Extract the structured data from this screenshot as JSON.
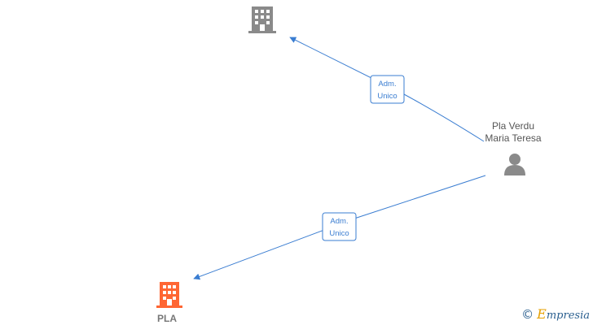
{
  "colors": {
    "edge": "#3a7dd1",
    "company_gray": "#8a8a8a",
    "company_highlight": "#ff6633",
    "person": "#8a8a8a",
    "brand_accent": "#e6a000",
    "brand_text": "#2a5f8f"
  },
  "nodes": {
    "company_top": {
      "icon": "building-icon",
      "label": ""
    },
    "person": {
      "icon": "person-icon",
      "label_line1": "Pla Verdu",
      "label_line2": "Maria Teresa"
    },
    "company_pla": {
      "icon": "building-icon",
      "label": "PLA"
    }
  },
  "edges": {
    "to_top": {
      "label_line1": "Adm.",
      "label_line2": "Unico"
    },
    "to_pla": {
      "label_line1": "Adm.",
      "label_line2": "Unico"
    }
  },
  "brand": {
    "symbol": "©",
    "initial": "E",
    "rest": "mpresia"
  }
}
